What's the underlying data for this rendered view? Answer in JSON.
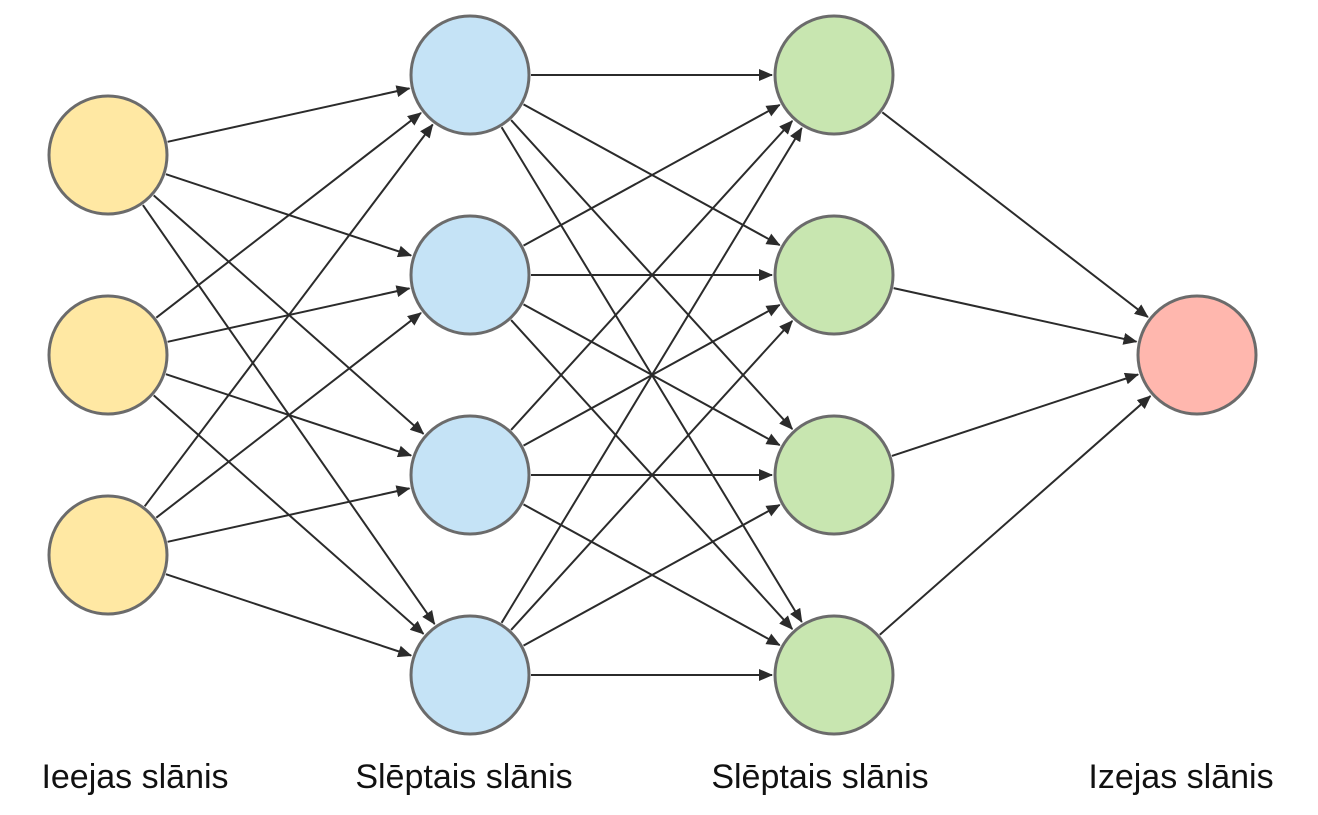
{
  "layers": [
    {
      "label": "Ieejas slānis",
      "nodes": 3,
      "color": "#FFE8A3"
    },
    {
      "label": "Slēptais slānis",
      "nodes": 4,
      "color": "#C5E3F6"
    },
    {
      "label": "Slēptais slānis",
      "nodes": 4,
      "color": "#C8E6B0"
    },
    {
      "label": "Izejas slānis",
      "nodes": 1,
      "color": "#FFB7AE"
    }
  ],
  "node_stroke": "#6B6B6B",
  "edge_color": "#2B2B2B"
}
